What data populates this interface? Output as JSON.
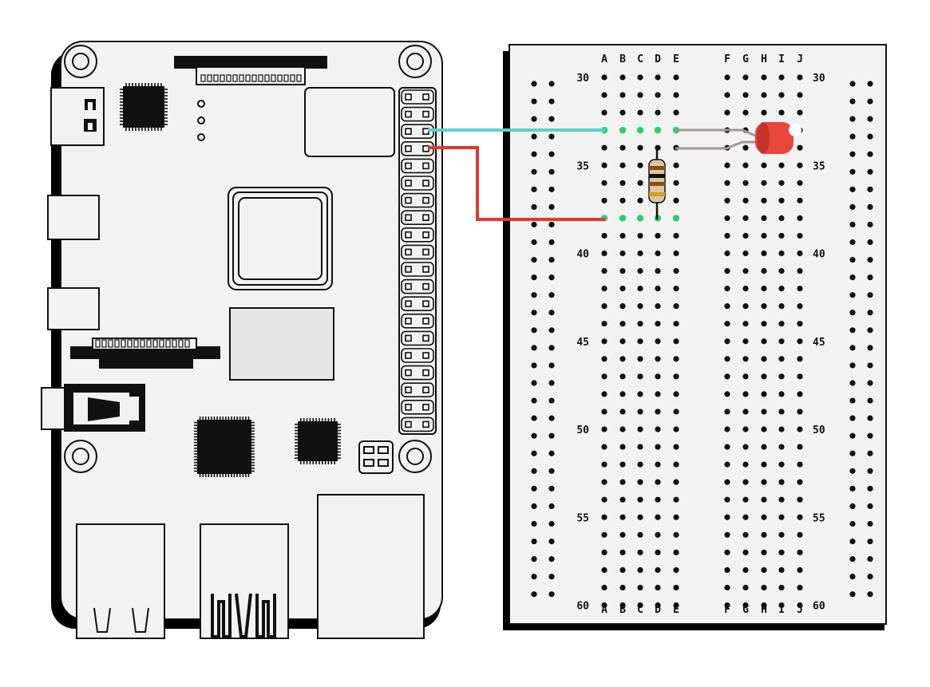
{
  "colors": {
    "board_fill": "#f2f2f2",
    "outline": "#111111",
    "shadow": "#000000",
    "hole": "#111111",
    "hole_active": "#2ecc71",
    "wire_gpio_a": "#5ecfd0",
    "wire_gpio_b": "#e0392b",
    "led_body": "#e8463a",
    "led_leg": "#a09a94",
    "resistor_body": "#dcc7a0",
    "gray_block": "#e6e6e6"
  },
  "breadboard": {
    "columns_left": [
      "A",
      "B",
      "C",
      "D",
      "E"
    ],
    "columns_right": [
      "F",
      "G",
      "H",
      "I",
      "J"
    ],
    "first_row": 30,
    "last_row": 60,
    "row_labels": [
      "30",
      "35",
      "40",
      "45",
      "50",
      "55",
      "60"
    ],
    "active_rows": [
      33,
      38
    ]
  },
  "raspberry_pi": {
    "gpio_rows": 20
  },
  "components": {
    "led": {
      "color": "red",
      "anode_row": 33,
      "cathode_row": 34
    },
    "resistor": {
      "column": "D",
      "from_row": 34,
      "to_row": 38
    },
    "wires": [
      {
        "color": "cyan",
        "from": "gpio-pin",
        "to_row": 33,
        "to_col": "A"
      },
      {
        "color": "red",
        "from": "gpio-pin",
        "to_row": 38,
        "to_col": "A"
      }
    ]
  }
}
